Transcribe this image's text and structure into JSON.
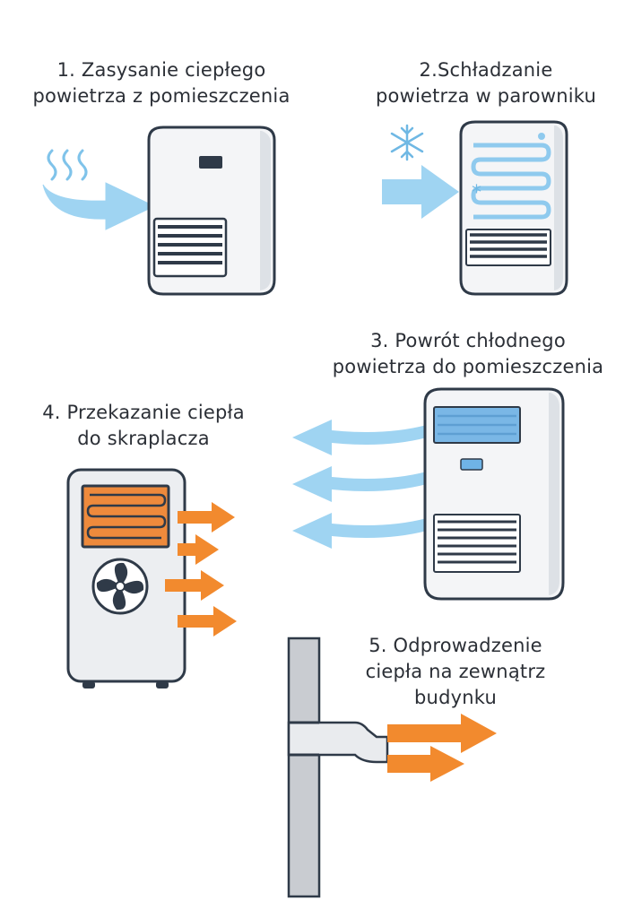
{
  "steps": [
    {
      "line1": "1. Zasysanie ciepłego",
      "line2": "powietrza z pomieszczenia"
    },
    {
      "line1": "2.Schładzanie",
      "line2": "powietrza w parowniku"
    },
    {
      "line1": "3. Powrót chłodnego",
      "line2": "powietrza do pomieszczenia"
    },
    {
      "line1": "4. Przekazanie ciepła",
      "line2": "do skraplacza"
    },
    {
      "line1": "5. Odprowadzenie",
      "line2": "ciepła na zewnątrz",
      "line3": "budynku"
    }
  ],
  "colors": {
    "warm_arrow": "#f28a2e",
    "cool_arrow": "#8ccbee",
    "outline": "#2f3a48",
    "unit_body": "#f4f5f7",
    "wall": "#c9ccd1"
  },
  "icons": [
    "heat-waves-icon",
    "snowflake-icon",
    "fan-icon",
    "evaporator-coil-icon",
    "condenser-coil-icon"
  ]
}
